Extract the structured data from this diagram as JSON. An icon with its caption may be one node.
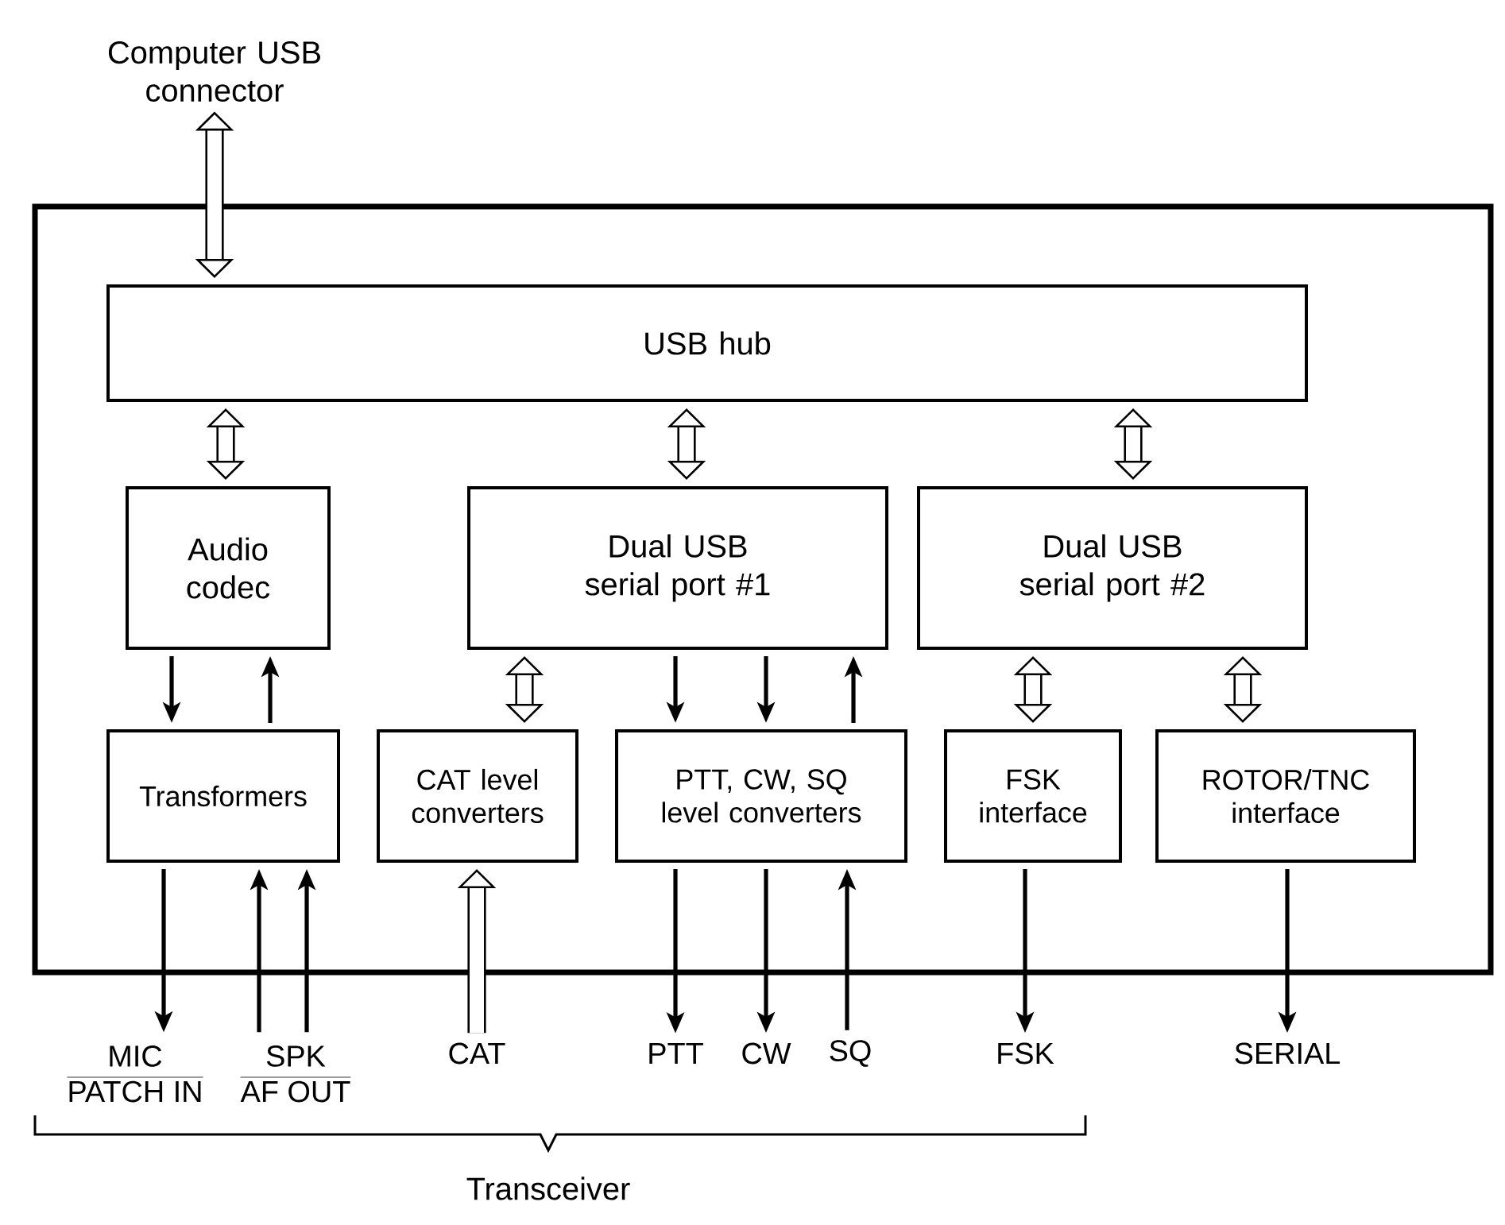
{
  "diagram": {
    "nodes": [
      {
        "text": [],
        "shape": "box"
      },
      {
        "text": [
          "USB hub"
        ],
        "in": 0
      },
      {
        "text": [
          "Audio codec"
        ],
        "in": 0
      },
      {
        "text": [
          "Dual USB serial port #1"
        ],
        "in": 0
      },
      {
        "text": [
          "Dual USB serial port #2"
        ],
        "in": 0
      },
      {
        "text": [
          "Transformers"
        ],
        "in": 0
      },
      {
        "text": [
          "CAT level converters"
        ],
        "in": 0
      },
      {
        "text": [
          "PTT, CW, SQ level converters"
        ],
        "in": 0
      },
      {
        "text": [
          "FSK interface"
        ],
        "in": 0
      },
      {
        "text": [
          "ROTOR/TNC interface"
        ],
        "in": 0
      },
      {
        "text": [
          "Computer USB connector"
        ]
      },
      {
        "text": [
          "MIC",
          "PATCH IN"
        ]
      },
      {
        "text": [
          "SPK",
          "AF OUT"
        ]
      },
      {
        "text": [
          "CAT"
        ]
      },
      {
        "text": [
          "PTT"
        ]
      },
      {
        "text": [
          "CW"
        ]
      },
      {
        "text": [
          "SQ"
        ]
      },
      {
        "text": [
          "FSK"
        ]
      },
      {
        "text": [
          "SERIAL"
        ]
      }
    ],
    "edges": [
      {
        "from": 10,
        "to": 1,
        "arrow": "both",
        "style": "thick"
      },
      {
        "from": 1,
        "to": 2,
        "arrow": "both",
        "style": "thick"
      },
      {
        "from": 1,
        "to": 3,
        "arrow": "both",
        "style": "thick"
      },
      {
        "from": 1,
        "to": 4,
        "arrow": "both",
        "style": "thick"
      },
      {
        "from": 2,
        "to": 5,
        "arrow": "to"
      },
      {
        "from": 5,
        "to": 2,
        "arrow": "to"
      },
      {
        "from": 3,
        "to": 6,
        "arrow": "both",
        "style": "thick"
      },
      {
        "from": 3,
        "to": 7,
        "arrow": "to"
      },
      {
        "from": 3,
        "to": 7,
        "arrow": "to"
      },
      {
        "from": 7,
        "to": 3,
        "arrow": "to"
      },
      {
        "from": 4,
        "to": 8,
        "arrow": "both",
        "style": "thick"
      },
      {
        "from": 4,
        "to": 9,
        "arrow": "both",
        "style": "thick"
      },
      {
        "from": 5,
        "to": 11,
        "arrow": "to"
      },
      {
        "from": 12,
        "to": 5,
        "arrow": "to"
      },
      {
        "from": 12,
        "to": 5,
        "arrow": "to"
      },
      {
        "from": 13,
        "to": 6,
        "arrow": "to",
        "style": "thick"
      },
      {
        "from": 7,
        "to": 14,
        "arrow": "to"
      },
      {
        "from": 7,
        "to": 15,
        "arrow": "to"
      },
      {
        "from": 16,
        "to": 7,
        "arrow": "to"
      },
      {
        "from": 8,
        "to": 17,
        "arrow": "to"
      },
      {
        "from": 9,
        "to": 18,
        "arrow": "to"
      }
    ],
    "labels": [
      "Transceiver"
    ]
  }
}
